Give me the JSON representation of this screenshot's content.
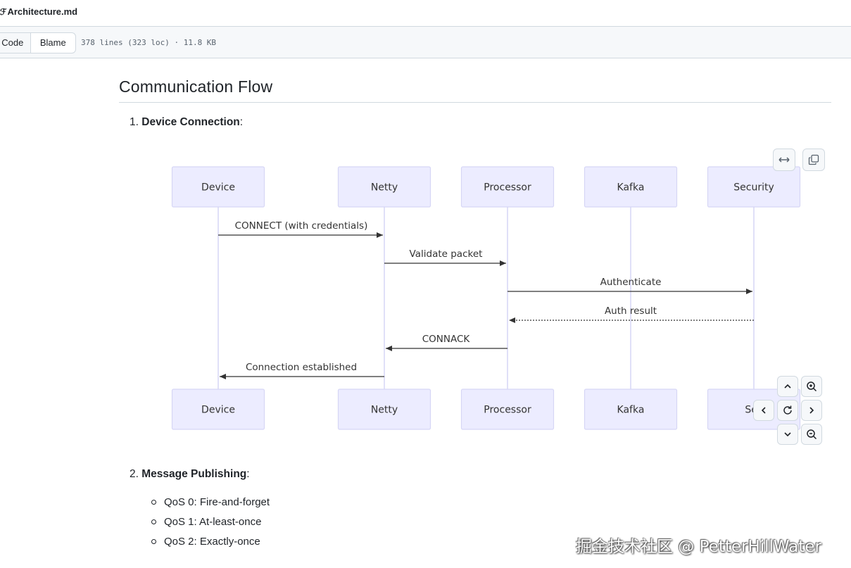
{
  "file": {
    "name": "Architecture.md",
    "icon": "file-icon"
  },
  "toolbar": {
    "code_label": "Code",
    "blame_label": "Blame",
    "meta": "378 lines (323 loc) · 11.8 KB"
  },
  "section": {
    "title": "Communication Flow"
  },
  "steps": [
    {
      "number": "1.",
      "title": "Device Connection",
      "suffix": ":"
    },
    {
      "number": "2.",
      "title": "Message Publishing",
      "suffix": ":"
    }
  ],
  "diagram": {
    "participants": [
      "Device",
      "Netty",
      "Processor",
      "Kafka",
      "Security"
    ],
    "bottom_participants": [
      "Device",
      "Netty",
      "Processor",
      "Kafka",
      "Sec"
    ],
    "messages": [
      {
        "from": "Device",
        "to": "Netty",
        "label": "CONNECT (with credentials)",
        "style": "solid"
      },
      {
        "from": "Netty",
        "to": "Processor",
        "label": "Validate packet",
        "style": "solid"
      },
      {
        "from": "Processor",
        "to": "Security",
        "label": "Authenticate",
        "style": "solid"
      },
      {
        "from": "Security",
        "to": "Processor",
        "label": "Auth result",
        "style": "dotted"
      },
      {
        "from": "Processor",
        "to": "Netty",
        "label": "CONNACK",
        "style": "solid"
      },
      {
        "from": "Netty",
        "to": "Device",
        "label": "Connection established",
        "style": "solid"
      }
    ],
    "colors": {
      "actor_fill": "#ECECFF",
      "actor_stroke": "#D6D6F5",
      "lifeline": "#E0E0F8",
      "arrow": "#333333"
    }
  },
  "bullets": [
    "QoS 0: Fire-and-forget",
    "QoS 1: At-least-once",
    "QoS 2: Exactly-once"
  ],
  "watermark": "掘金技术社区 @ PetterHillWater"
}
